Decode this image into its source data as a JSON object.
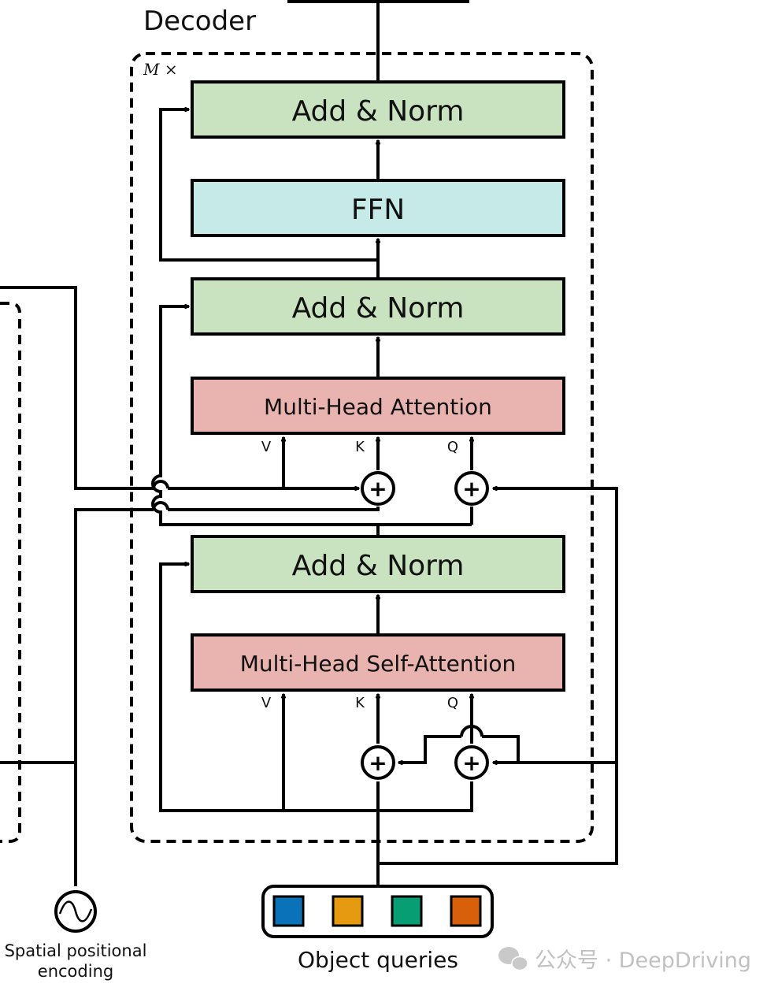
{
  "title": "Decoder",
  "repeat_label": "M ×",
  "blocks": {
    "add_norm_top": "Add & Norm",
    "ffn": "FFN",
    "add_norm_mid": "Add & Norm",
    "cross_attention": "Multi-Head Attention",
    "add_norm_bottom": "Add & Norm",
    "self_attention": "Multi-Head Self-Attention"
  },
  "ports": {
    "cross_v": "V",
    "cross_k": "K",
    "cross_q": "Q",
    "self_v": "V",
    "self_k": "K",
    "self_q": "Q"
  },
  "plus_symbol": "+",
  "inputs": {
    "object_queries": "Object queries",
    "spatial_encoding_line1": "Spatial positional",
    "spatial_encoding_line2": "encoding"
  },
  "query_colors": [
    "#0a72b8",
    "#e59a0f",
    "#089e74",
    "#d9600a"
  ],
  "colors": {
    "norm": "#c9e3c0",
    "ffn": "#c5eae8",
    "attention": "#e9b3b0",
    "stroke": "#000000"
  },
  "watermark": {
    "text": "公众号 · DeepDriving",
    "icon": "wechat-icon"
  }
}
